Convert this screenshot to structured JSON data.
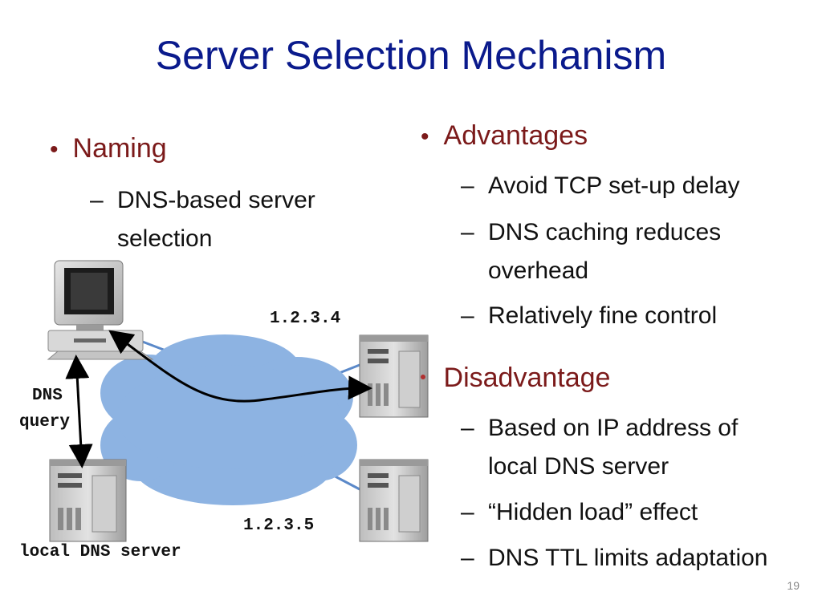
{
  "title": "Server Selection Mechanism",
  "left": {
    "bullet": "Naming",
    "sub": [
      "DNS-based server",
      "selection"
    ]
  },
  "right": {
    "advantages": {
      "heading": "Advantages",
      "items": [
        [
          "Avoid TCP set-up delay"
        ],
        [
          "DNS caching reduces",
          "overhead"
        ],
        [
          "Relatively fine control"
        ]
      ]
    },
    "disadvantage": {
      "heading": "Disadvantage",
      "items": [
        [
          "Based on IP address of",
          "local DNS server"
        ],
        [
          "“Hidden load” effect"
        ],
        [
          "DNS TTL limits adaptation"
        ]
      ]
    }
  },
  "diagram": {
    "server_top_ip": "1.2.3.4",
    "server_bottom_ip": "1.2.3.5",
    "dns_label_line1": "DNS",
    "dns_label_line2": "query",
    "local_dns_label": "local DNS server"
  },
  "page_number": "19",
  "colors": {
    "title": "#0a1a8c",
    "bullet": "#7b1a1a",
    "cloud": "#8db3e2"
  }
}
